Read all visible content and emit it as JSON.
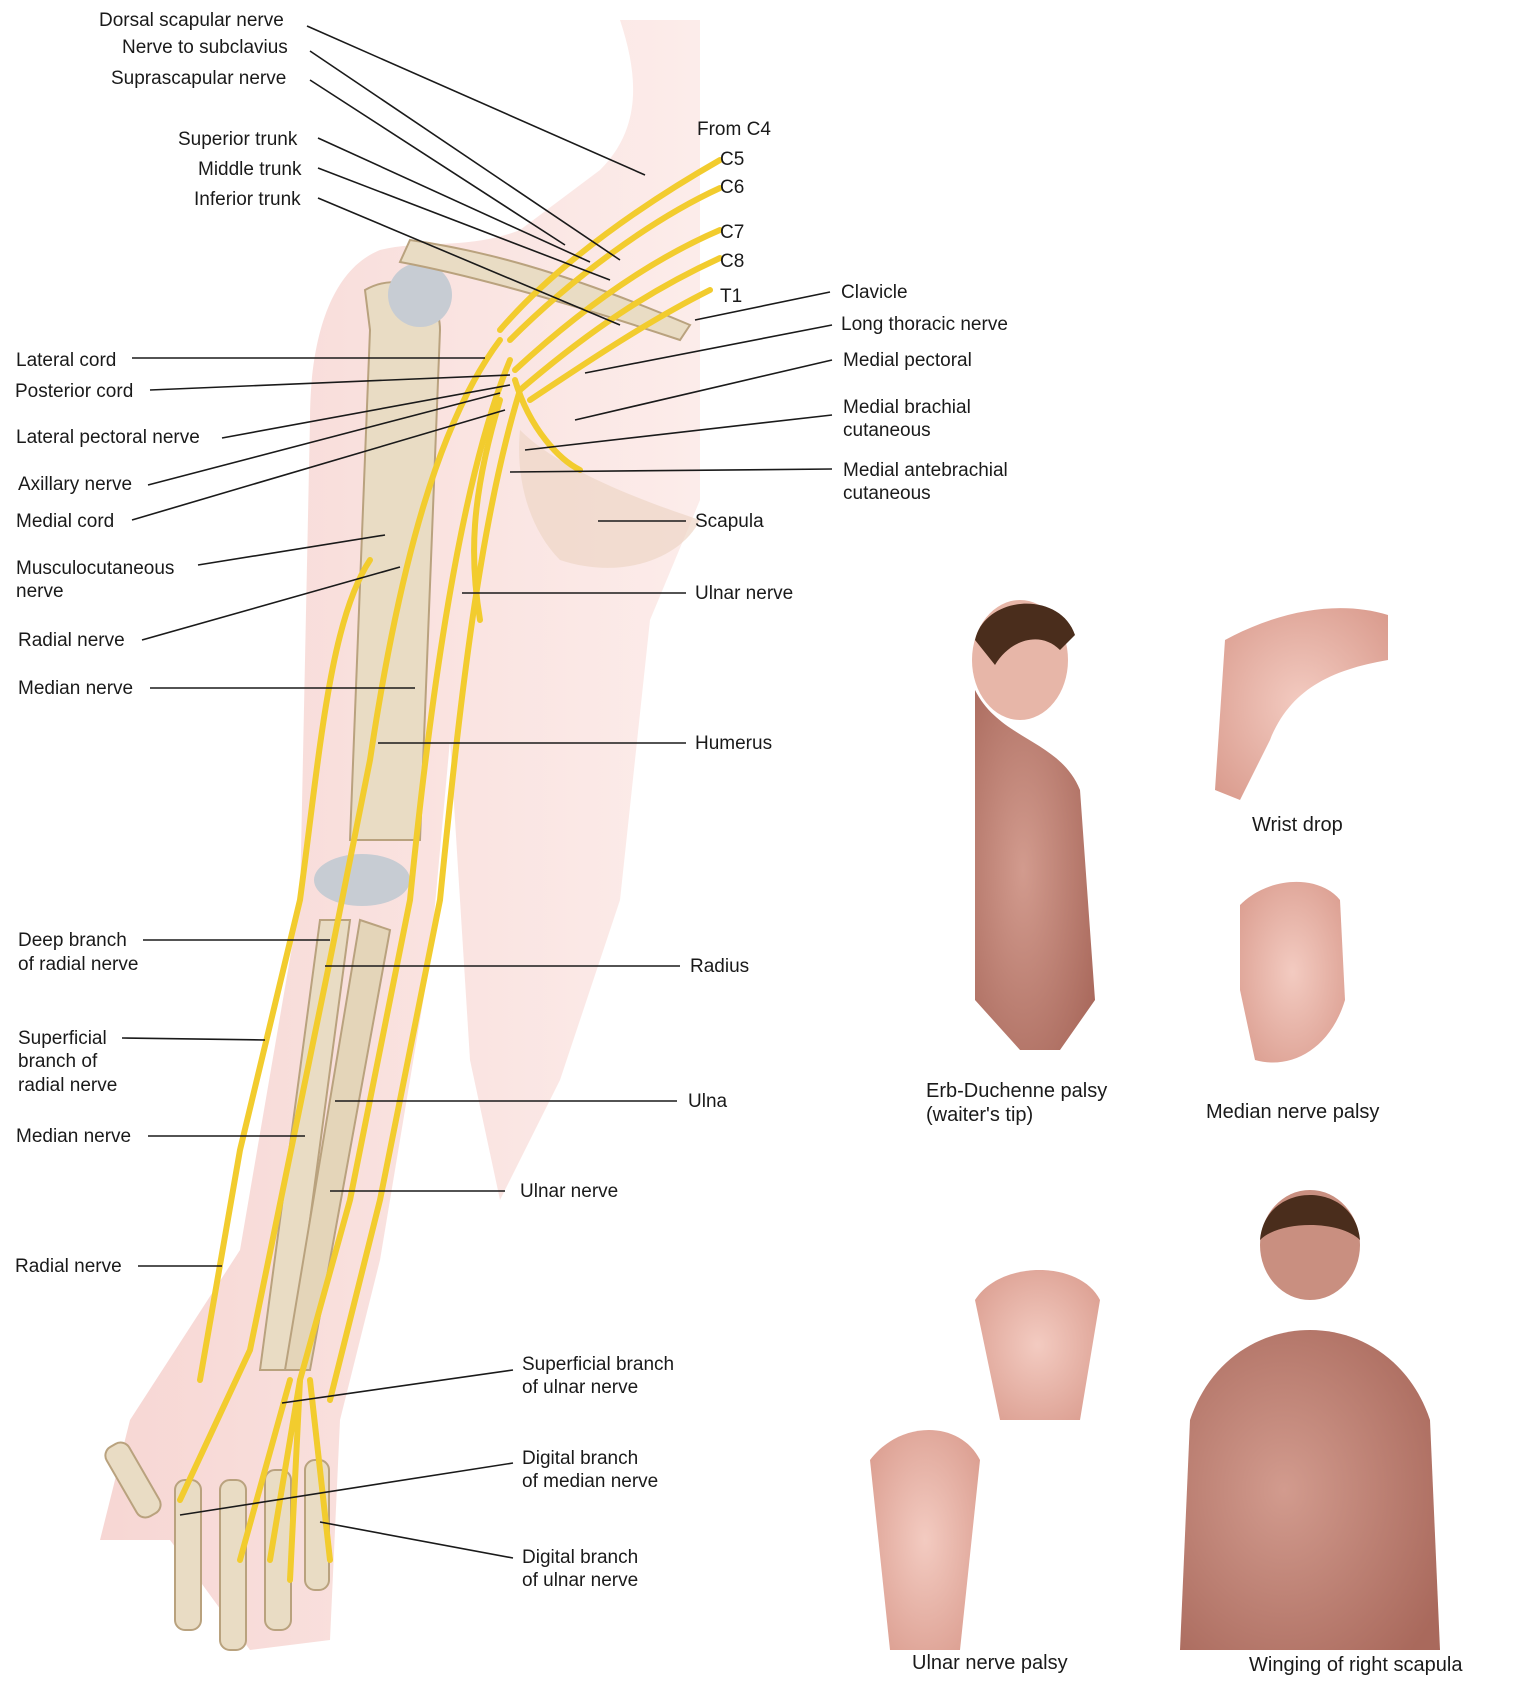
{
  "labels_left": {
    "dorsal_scapular": "Dorsal scapular nerve",
    "nerve_subclavius": "Nerve to subclavius",
    "suprascapular": "Suprascapular nerve",
    "superior_trunk": "Superior trunk",
    "middle_trunk": "Middle trunk",
    "inferior_trunk": "Inferior trunk",
    "lateral_cord": "Lateral cord",
    "posterior_cord": "Posterior cord",
    "lateral_pectoral": "Lateral pectoral nerve",
    "axillary": "Axillary nerve",
    "medial_cord": "Medial cord",
    "musculocutaneous_1": "Musculocutaneous",
    "musculocutaneous_2": "nerve",
    "radial_upper": "Radial nerve",
    "median_upper": "Median nerve",
    "deep_radial_1": "Deep branch",
    "deep_radial_2": "of radial nerve",
    "superficial_radial_1": "Superficial",
    "superficial_radial_2": "branch of",
    "superficial_radial_3": "radial nerve",
    "median_lower": "Median nerve",
    "radial_lower": "Radial nerve"
  },
  "labels_roots": {
    "from_c4": "From C4",
    "c5": "C5",
    "c6": "C6",
    "c7": "C7",
    "c8": "C8",
    "t1": "T1"
  },
  "labels_right": {
    "clavicle": "Clavicle",
    "long_thoracic": "Long thoracic nerve",
    "medial_pectoral": "Medial pectoral",
    "medial_brachial_1": "Medial brachial",
    "medial_brachial_2": "cutaneous",
    "medial_antebrachial_1": "Medial antebrachial",
    "medial_antebrachial_2": "cutaneous",
    "scapula": "Scapula",
    "ulnar_upper": "Ulnar nerve",
    "humerus": "Humerus",
    "radius": "Radius",
    "ulna": "Ulna",
    "ulnar_lower": "Ulnar nerve",
    "superficial_ulnar_1": "Superficial branch",
    "superficial_ulnar_2": "of ulnar nerve",
    "digital_median_1": "Digital branch",
    "digital_median_2": "of median nerve",
    "digital_ulnar_1": "Digital branch",
    "digital_ulnar_2": "of ulnar nerve"
  },
  "captions": {
    "wrist_drop": "Wrist drop",
    "erb_1": "Erb-Duchenne palsy",
    "erb_2": "(waiter's tip)",
    "median_palsy": "Median nerve palsy",
    "ulnar_palsy": "Ulnar nerve palsy",
    "winging": "Winging of right scapula"
  },
  "colors": {
    "nerve": "#f2cc2e",
    "skin": "#f6d3d0",
    "bone": "#e9dcc4",
    "cartilage": "#c7ccd3",
    "leader": "#1a1a1a",
    "hair": "#4a2d1c"
  }
}
